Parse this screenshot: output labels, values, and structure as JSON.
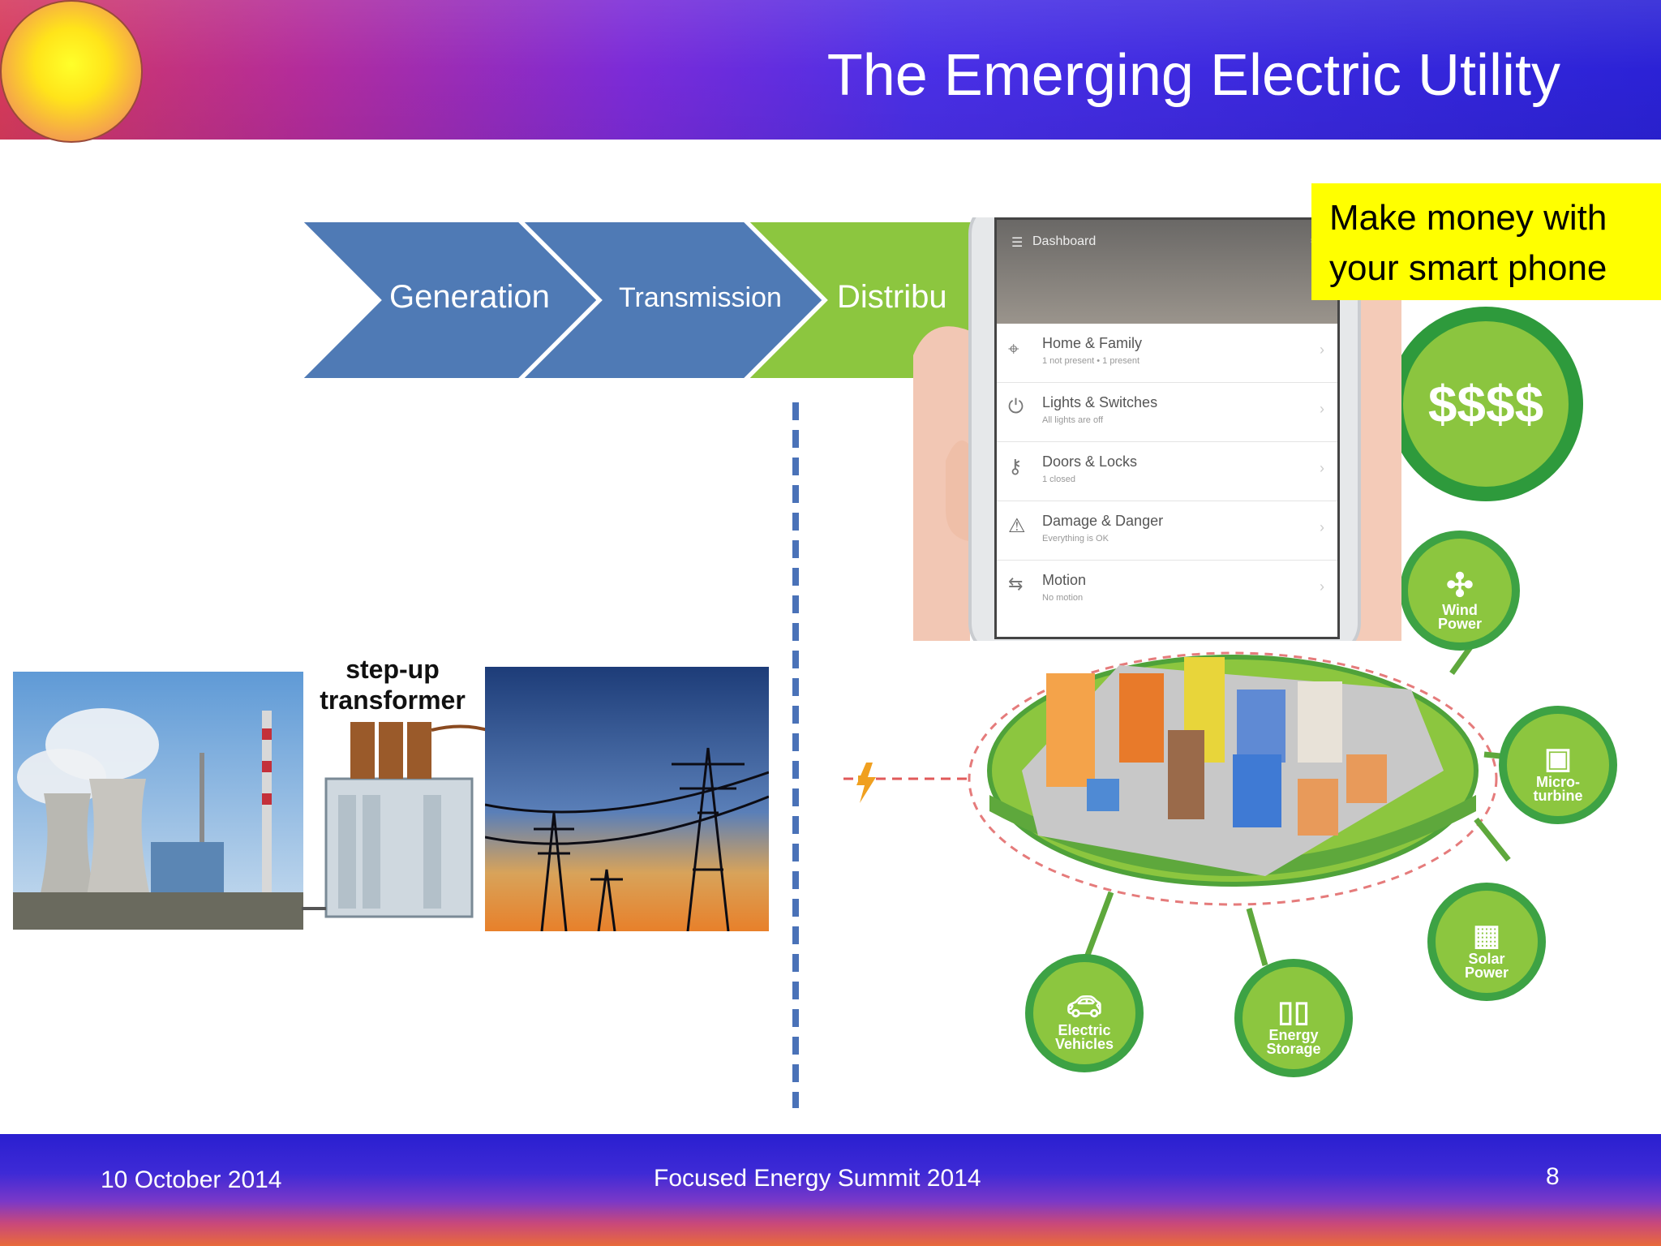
{
  "header": {
    "title": "The Emerging Electric Utility"
  },
  "chevrons": [
    {
      "label": "Generation",
      "color": "#4f7ab5"
    },
    {
      "label": "Transmission",
      "color": "#4f7ab5"
    },
    {
      "label": "Distribu",
      "color": "#8cc63f"
    }
  ],
  "callout": {
    "line1": "Make money with",
    "line2": "your smart phone"
  },
  "money_circle": {
    "label": "$$$$"
  },
  "transformer": {
    "line1": "step-up",
    "line2": "transformer"
  },
  "phone": {
    "header": "Dashboard",
    "items": [
      {
        "title": "Home & Family",
        "sub": "1 not present • 1 present"
      },
      {
        "title": "Lights & Switches",
        "sub": "All lights are off"
      },
      {
        "title": "Doors & Locks",
        "sub": "1 closed"
      },
      {
        "title": "Damage & Danger",
        "sub": "Everything is OK"
      },
      {
        "title": "Motion",
        "sub": "No motion"
      }
    ]
  },
  "grid_nodes": [
    {
      "line1": "Wind",
      "line2": "Power",
      "icon": "wind-turbine-icon"
    },
    {
      "line1": "Micro-",
      "line2": "turbine",
      "icon": "micro-turbine-icon"
    },
    {
      "line1": "Solar",
      "line2": "Power",
      "icon": "solar-panel-icon"
    },
    {
      "line1": "Energy",
      "line2": "Storage",
      "icon": "battery-icon"
    },
    {
      "line1": "Electric",
      "line2": "Vehicles",
      "icon": "electric-car-icon"
    }
  ],
  "footer": {
    "date": "10 October 2014",
    "event": "Focused Energy Summit  2014",
    "page": "8"
  }
}
